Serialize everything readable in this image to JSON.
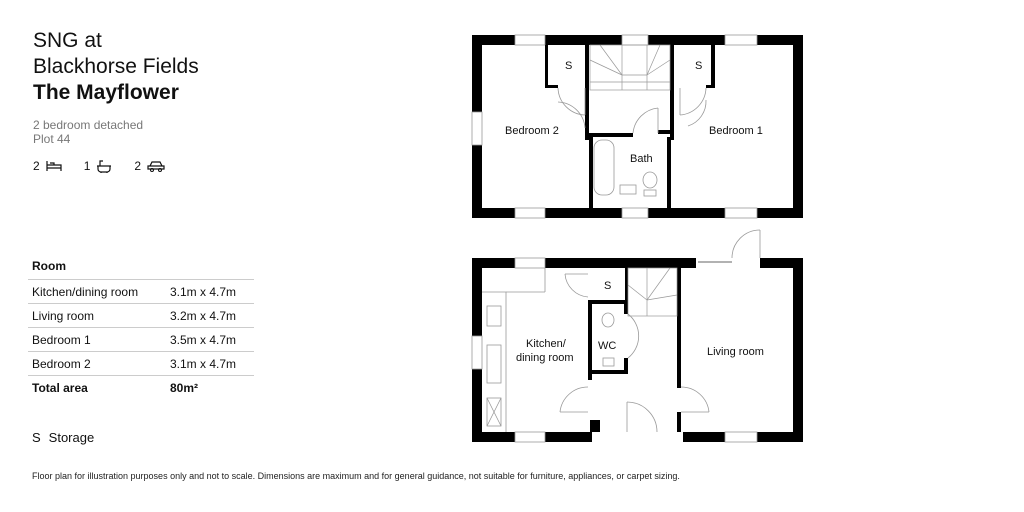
{
  "header": {
    "line1": "SNG at",
    "line2": "Blackhorse Fields",
    "house_name": "The Mayflower",
    "type": "2 bedroom detached",
    "plot": "Plot 44"
  },
  "stats": {
    "bedrooms": "2",
    "bathrooms": "1",
    "parking": "2",
    "icons": [
      "bed-icon",
      "bath-icon",
      "car-icon"
    ]
  },
  "room_table": {
    "header": "Room",
    "rows": [
      {
        "name": "Kitchen/dining room",
        "size": "3.1m x 4.7m"
      },
      {
        "name": "Living room",
        "size": "3.2m x 4.7m"
      },
      {
        "name": "Bedroom 1",
        "size": "3.5m x 4.7m"
      },
      {
        "name": "Bedroom 2",
        "size": "3.1m x 4.7m"
      }
    ],
    "total_label": "Total area",
    "total_value": "80m²"
  },
  "legend": {
    "key": "S",
    "label": "Storage"
  },
  "disclaimer": "Floor plan for illustration purposes only and not to scale. Dimensions are maximum and for general guidance, not suitable for furniture, appliances, or carpet sizing.",
  "first_floor": {
    "labels": {
      "bedroom2": "Bedroom 2",
      "bedroom1": "Bedroom 1",
      "bath": "Bath",
      "s1": "S",
      "s2": "S"
    }
  },
  "ground_floor": {
    "labels": {
      "kitchen1": "Kitchen/",
      "kitchen2": "dining room",
      "wc": "WC",
      "living": "Living room",
      "s": "S"
    }
  }
}
